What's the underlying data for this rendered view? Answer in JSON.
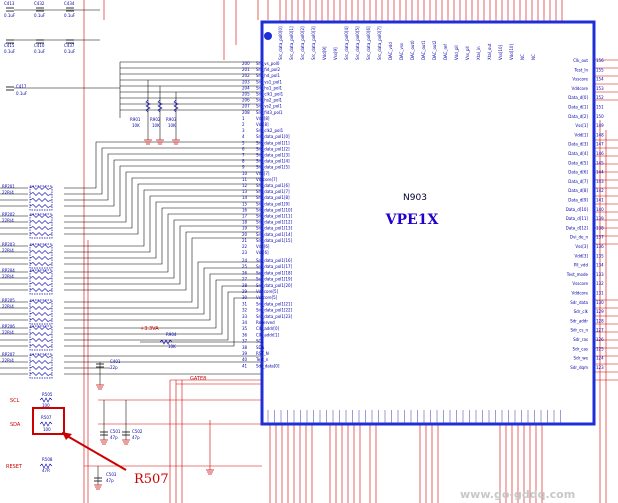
{
  "chip": {
    "designator": "N903",
    "name": "VPE1X",
    "left_pins_top": [
      "Src_vs_pol0",
      "Src_fid_pol2",
      "Src_hd_pol1",
      "Src_vs1_pol1",
      "Src_hs1_pol1",
      "Src_clk1_pol1",
      "Src_hs2_pol1",
      "Src_vs2_pol1",
      "Src_fid3_pol1",
      "Vdd[8]",
      "Vss[8]",
      "Src_clk2_pol1",
      "Src_data_pol1[0]",
      "Src_data_pol1[1]",
      "Src_data_pol1[2]",
      "Src_data_pol1[3]",
      "Src_data_pol1[4]",
      "Src_data_pol1[5]",
      "Vdd[7]",
      "Vsscore[7]",
      "Src_data_pol1[6]",
      "Src_data_pol1[7]",
      "Src_data_pol1[8]",
      "Src_data_pol1[9]",
      "Src_data_pol1[10]",
      "Src_data_pol1[11]",
      "Src_data_pol1[12]",
      "Src_data_pol1[13]",
      "Src_data_pol1[14]",
      "Src_data_pol1[15]",
      "Vdd[6]",
      "Vss[6]"
    ],
    "left_pins_bottom": [
      "Src_data_pol1[16]",
      "Src_data_pol1[17]",
      "Src_data_pol1[18]",
      "Src_data_pol1[19]",
      "Src_data_pol1[20]",
      "Vddcore[5]",
      "Vsscore[5]",
      "Src_data_pol1[21]",
      "Src_data_pol1[22]",
      "Src_data_pol1[23]",
      "Reserved",
      "Clk_addr[0]",
      "Clk_addr[1]",
      "SCL",
      "SDA",
      "RST_N",
      "Test_n",
      "Sdr_data[0]"
    ],
    "right_pins": [
      "Clk_out",
      "Test_ln",
      "Vsscore",
      "Vddcore",
      "Data_d[0]",
      "Data_d[1]",
      "Data_d[2]",
      "Vss[1]",
      "Vdd[1]",
      "Data_d[3]",
      "Data_d[4]",
      "Data_d[5]",
      "Data_d[6]",
      "Data_d[7]",
      "Data_d[8]",
      "Data_d[9]",
      "Data_d[10]",
      "Data_d[11]",
      "Data_d[12]",
      "Dvi_de_n",
      "Vss[3]",
      "Vdd[3]",
      "Pll_vdd",
      "Test_mode",
      "Vsscore",
      "Vddcore",
      "Sdr_data",
      "Sdr_clk",
      "Sdr_addr",
      "Sdr_cs_n",
      "Sdr_ras",
      "Sdr_cas",
      "Sdr_we",
      "Sdr_dqm"
    ],
    "top_pins": [
      "Src_data_pol0[0]",
      "Src_data_pol0[1]",
      "Src_data_pol0[2]",
      "Src_data_pol0[3]",
      "Vdd[9]",
      "Vss[9]",
      "Src_data_pol0[4]",
      "Src_data_pol0[5]",
      "Src_data_pol0[6]",
      "Src_data_pol0[7]",
      "DAC_vdd",
      "DAC_vss",
      "DAC_out0",
      "DAC_out1",
      "DAC_out2",
      "DAC_ref",
      "Vdd_pll",
      "Vss_pll",
      "Xtal_in",
      "Xtal_out",
      "Vss[10]",
      "Vdd[10]",
      "NC",
      "NC"
    ],
    "left_pin_numbers_top": [
      "200",
      "201",
      "202",
      "203",
      "204",
      "205",
      "206",
      "207",
      "208",
      "1",
      "2",
      "3",
      "4",
      "5",
      "6",
      "7",
      "8",
      "9",
      "10",
      "11",
      "12",
      "13",
      "14",
      "15",
      "16",
      "17",
      "18",
      "19",
      "20",
      "21",
      "22",
      "23"
    ],
    "left_pin_numbers_bottom": [
      "24",
      "25",
      "26",
      "27",
      "28",
      "29",
      "30",
      "31",
      "32",
      "33",
      "34",
      "35",
      "36",
      "37",
      "38",
      "39",
      "40",
      "41"
    ],
    "right_pin_numbers": [
      "156",
      "155",
      "154",
      "153",
      "152",
      "151",
      "150",
      "149",
      "148",
      "147",
      "146",
      "145",
      "144",
      "143",
      "142",
      "141",
      "140",
      "139",
      "138",
      "137",
      "136",
      "135",
      "134",
      "133",
      "132",
      "131",
      "130",
      "129",
      "128",
      "127",
      "126",
      "125",
      "124",
      "123"
    ]
  },
  "resistor_packs": [
    {
      "ref": "RP201",
      "value": "22R/4"
    },
    {
      "ref": "RP202",
      "value": "22R/4"
    },
    {
      "ref": "RP203",
      "value": "22R/4"
    },
    {
      "ref": "RP204",
      "value": "22R/4"
    },
    {
      "ref": "RP205",
      "value": "22R/4"
    },
    {
      "ref": "RP206",
      "value": "22R/4"
    },
    {
      "ref": "RP207",
      "value": "22R/4"
    }
  ],
  "resistors": [
    {
      "ref": "R901",
      "value": "10K"
    },
    {
      "ref": "R902",
      "value": "10K"
    },
    {
      "ref": "R903",
      "value": "10K"
    },
    {
      "ref": "R904",
      "value": "10K"
    },
    {
      "ref": "R505",
      "value": "100"
    },
    {
      "ref": "R507",
      "value": "100"
    },
    {
      "ref": "R508",
      "value": "47R"
    }
  ],
  "capacitors": [
    {
      "ref": "C413",
      "value": "0.1uF"
    },
    {
      "ref": "C432",
      "value": "0.1uF"
    },
    {
      "ref": "C434",
      "value": "0.1uF"
    },
    {
      "ref": "C415",
      "value": "0.1uF"
    },
    {
      "ref": "C410",
      "value": "0.1uF"
    },
    {
      "ref": "C437",
      "value": "0.1uF"
    },
    {
      "ref": "C417",
      "value": "0.1uF"
    },
    {
      "ref": "C401",
      "value": "22p"
    },
    {
      "ref": "C501",
      "value": "47p"
    },
    {
      "ref": "C502",
      "value": "47p"
    },
    {
      "ref": "C503",
      "value": "47p"
    }
  ],
  "nets": {
    "scl": "SCL",
    "sda": "SDA",
    "reset": "RESET",
    "supply": "+3.3VA",
    "gate": "GATE8"
  },
  "callout": {
    "label": "R507",
    "color": "#cc0000"
  },
  "watermark": "www.go-gddq.com",
  "colors": {
    "wire_red": "#d00000",
    "wire_black": "#000000",
    "chip_border": "#1f2fd8",
    "text_blue": "#0000aa"
  }
}
